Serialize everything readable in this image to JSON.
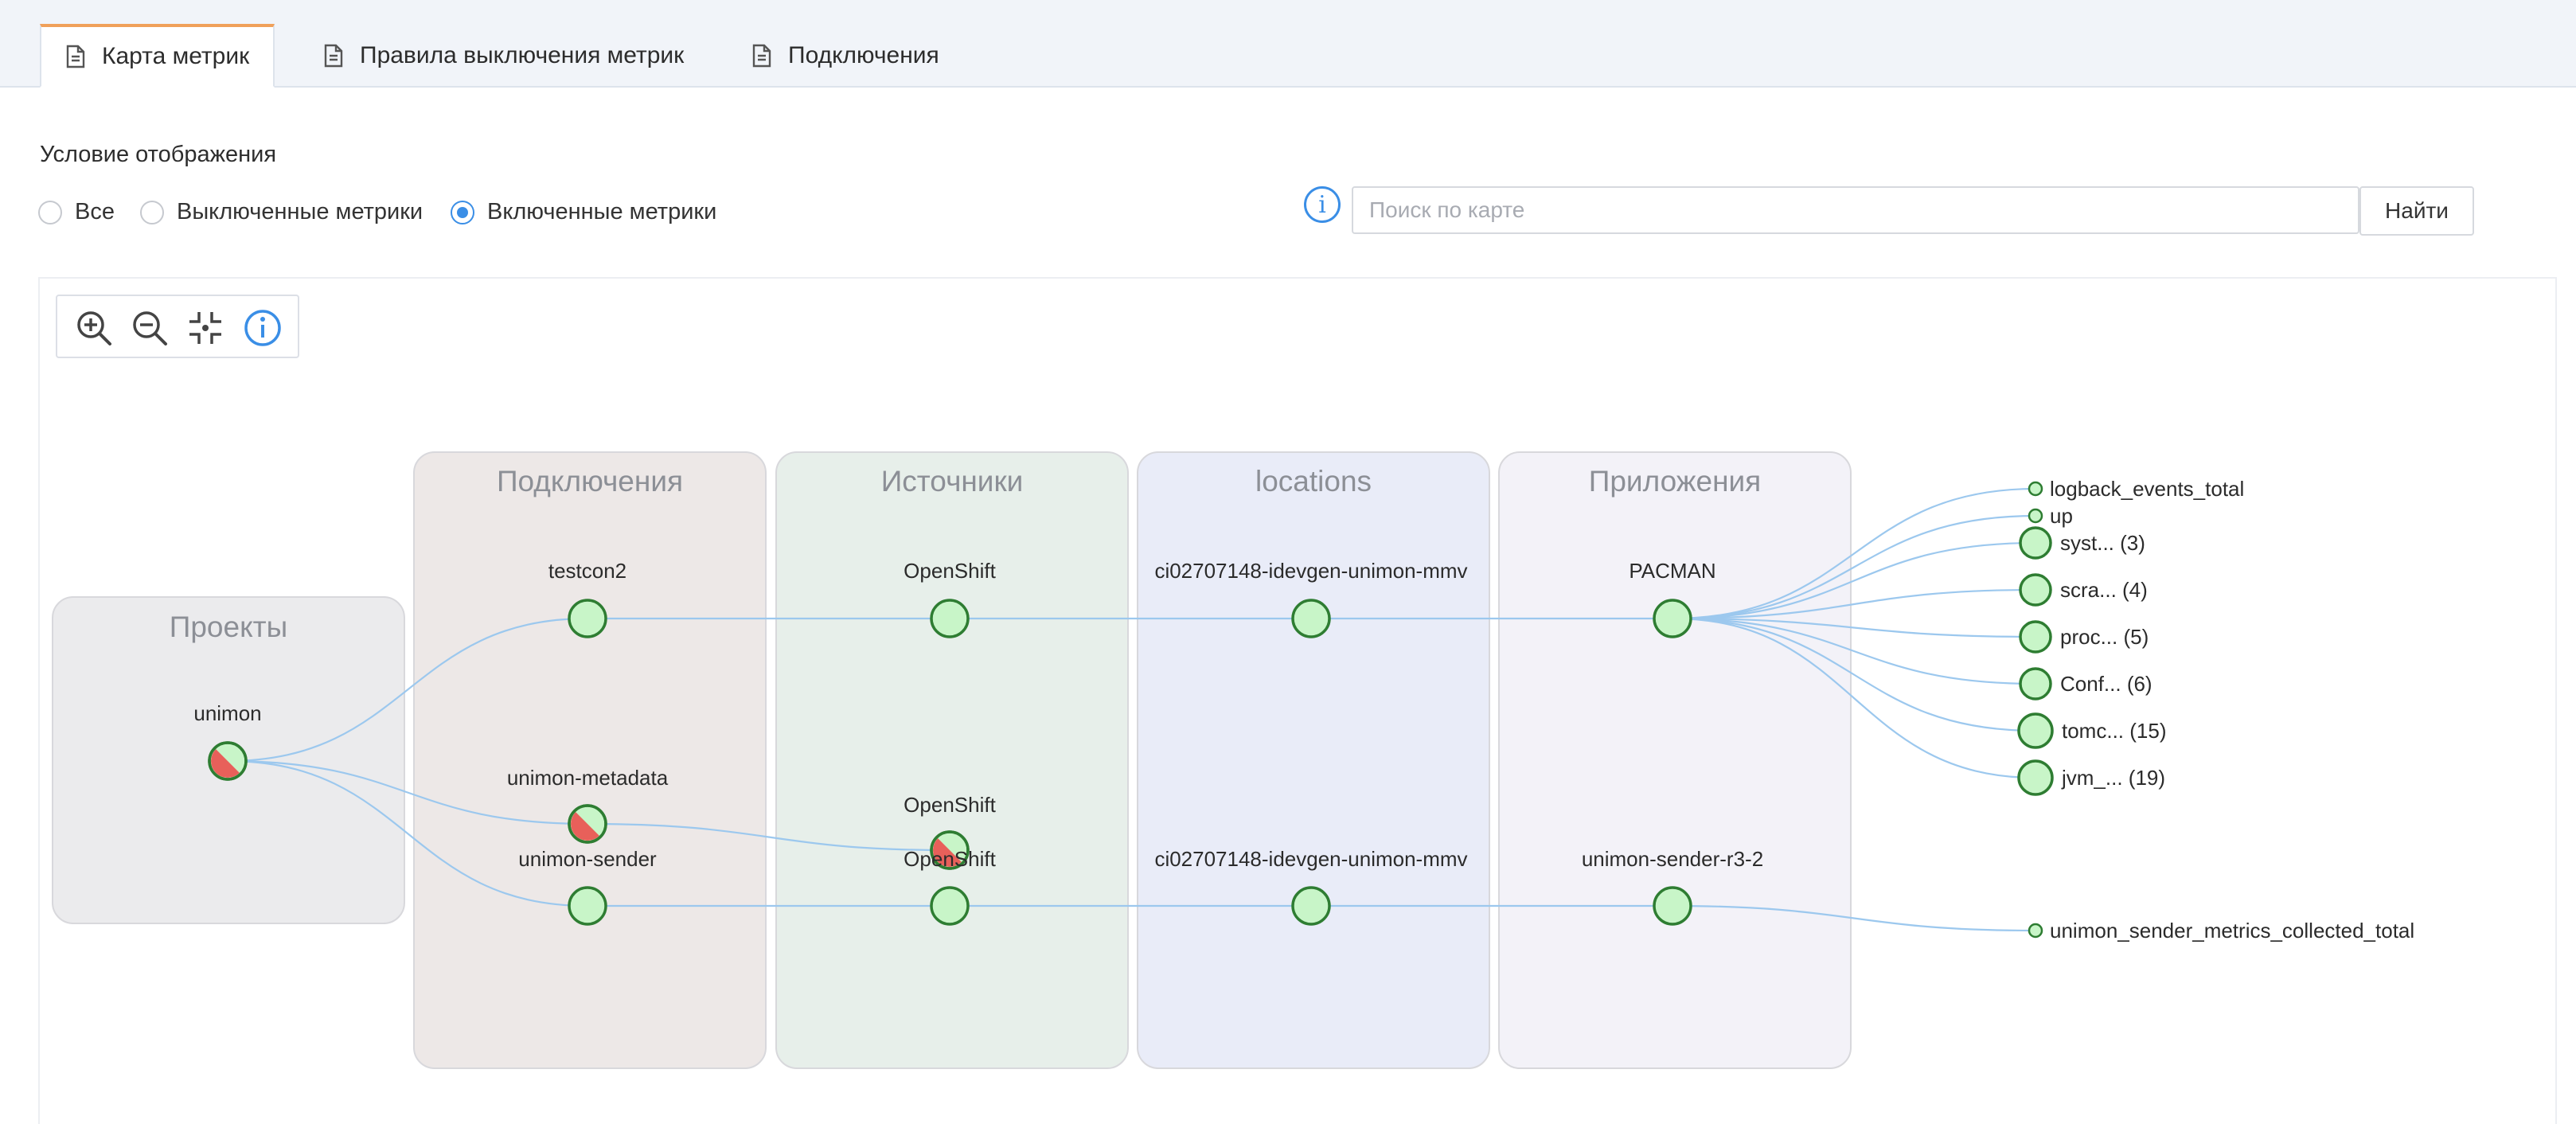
{
  "tabs": [
    {
      "label": "Карта метрик",
      "active": true
    },
    {
      "label": "Правила выключения метрик",
      "active": false
    },
    {
      "label": "Подключения",
      "active": false
    }
  ],
  "filter": {
    "label": "Условие отображения",
    "options": [
      {
        "label": "Все",
        "selected": false
      },
      {
        "label": "Выключенные метрики",
        "selected": false
      },
      {
        "label": "Включенные метрики",
        "selected": true
      }
    ]
  },
  "search": {
    "placeholder": "Поиск по карте",
    "button_label": "Найти",
    "info_icon": "i"
  },
  "toolbar": {
    "icons": [
      "zoom-in-icon",
      "zoom-out-icon",
      "fit-to-screen-icon",
      "info-icon"
    ]
  },
  "graph": {
    "columns": [
      {
        "title": "Проекты"
      },
      {
        "title": "Подключения"
      },
      {
        "title": "Источники"
      },
      {
        "title": "locations"
      },
      {
        "title": "Приложения"
      }
    ],
    "nodes": [
      {
        "label": "unimon",
        "status": "partial"
      },
      {
        "label": "testcon2",
        "status": "on"
      },
      {
        "label": "unimon-metadata",
        "status": "partial"
      },
      {
        "label": "unimon-sender",
        "status": "on"
      },
      {
        "label": "OpenShift",
        "status": "on"
      },
      {
        "label": "OpenShift",
        "status": "partial"
      },
      {
        "label": "OpenShift",
        "status": "on"
      },
      {
        "label": "ci02707148-idevgen-unimon-mmv",
        "status": "on"
      },
      {
        "label": "ci02707148-idevgen-unimon-mmv",
        "status": "on"
      },
      {
        "label": "PACMAN",
        "status": "on"
      },
      {
        "label": "unimon-sender-r3-2",
        "status": "on"
      }
    ],
    "metrics": [
      {
        "label": "logback_events_total"
      },
      {
        "label": "up"
      },
      {
        "label": "syst... (3)"
      },
      {
        "label": "scra... (4)"
      },
      {
        "label": "proc... (5)"
      },
      {
        "label": "Conf... (6)"
      },
      {
        "label": "tomc... (15)"
      },
      {
        "label": "jvm_... (19)"
      },
      {
        "label": "unimon_sender_metrics_collected_total"
      }
    ],
    "colors": {
      "node_fill": "#c8f5c8",
      "node_stroke": "#2e7d32",
      "disabled_fill": "#e8605a",
      "edge": "#9cc8ee"
    }
  }
}
